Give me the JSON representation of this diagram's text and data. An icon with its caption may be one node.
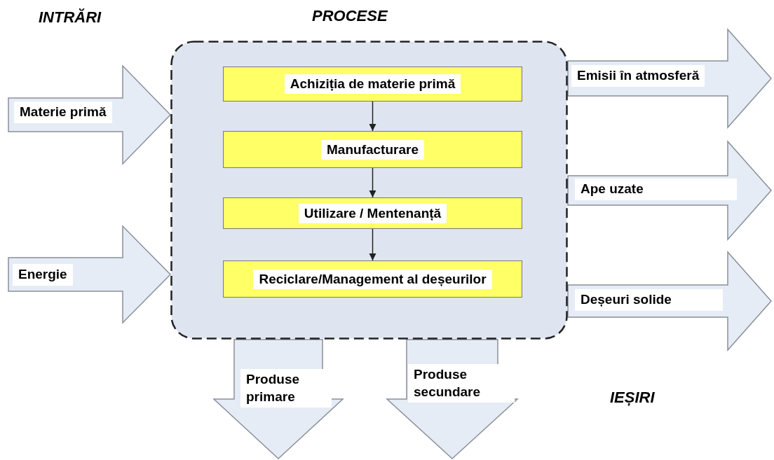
{
  "diagram": {
    "nodes": [
      {
        "text": [
          "PROCESE"
        ]
      },
      {
        "text": [
          "Achiziția de materie primă"
        ],
        "in": 0
      },
      {
        "text": [
          "Manufacturare"
        ],
        "in": 0
      },
      {
        "text": [
          "Utilizare / Mentenanță"
        ],
        "in": 0
      },
      {
        "text": [
          "Reciclare/Management al deșeurilor"
        ],
        "in": 0
      }
    ],
    "edges": [
      {
        "from": 1,
        "to": 2,
        "arrow": "to"
      },
      {
        "from": 2,
        "to": 3,
        "arrow": "to"
      },
      {
        "from": 3,
        "to": 4,
        "arrow": "to"
      },
      {
        "from": null,
        "to": 0,
        "arrow": "to",
        "label": "Materie primă",
        "style": "thick"
      },
      {
        "from": null,
        "to": 0,
        "arrow": "to",
        "label": "Energie",
        "style": "thick"
      },
      {
        "from": 0,
        "to": null,
        "arrow": "to",
        "label": "Emisii în atmosferă",
        "style": "thick"
      },
      {
        "from": 0,
        "to": null,
        "arrow": "to",
        "label": "Ape uzate",
        "style": "thick"
      },
      {
        "from": 0,
        "to": null,
        "arrow": "to",
        "label": "Deșeuri solide",
        "style": "thick"
      },
      {
        "from": 0,
        "to": null,
        "arrow": "to",
        "label": "Produse primare",
        "style": "thick"
      },
      {
        "from": 0,
        "to": null,
        "arrow": "to",
        "label": "Produse secundare",
        "style": "thick"
      }
    ],
    "labels": [
      "INTRĂRI",
      "IEȘIRI"
    ]
  }
}
